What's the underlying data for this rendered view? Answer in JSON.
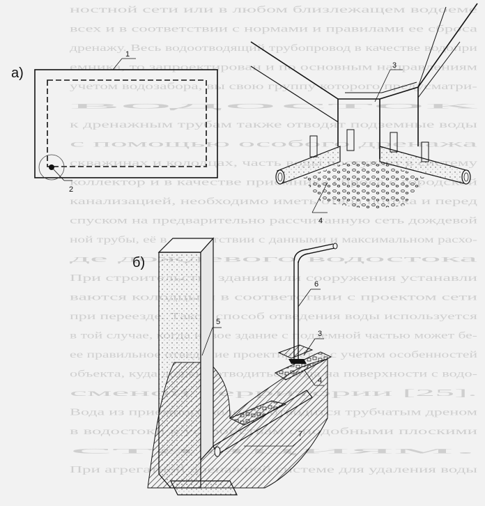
{
  "panels": {
    "a": "а)",
    "b": "б)"
  },
  "callouts_a": {
    "c1": "1",
    "c2": "2",
    "c3": "3",
    "c4": "4"
  },
  "callouts_b": {
    "c5": "5",
    "c6": "6",
    "c3": "3",
    "c4": "4",
    "c7": "7"
  },
  "background_text": [
    "ностной сети или в любом близлежащем водоеме",
    "всех и в соответствии с нормами и правилами ее сброса",
    "дренажу. Весь водоотводящий трубопровод в качестве водопри",
    "емника, то запроектирован и по основным направлениям",
    "учетом водозабора, вы свою группу которого предусматри-",
    "водосток",
    "к дренажным трубам также отводят подземные воды",
    "с помощью особого дренажа",
    "скважинах и колодцах, часть воды поступает в систему",
    "коллектор и в качестве приемника сброса с городской",
    "канализацией, необходимо иметь отвод потока и перед",
    "спуском на предварительно рассчитанную сеть дождевой",
    "ной трубы, её в соответствии с данными и максимальном расхо-",
    "де дождевого водостока",
    "При строительстве здания или сооружения устанавли",
    "ваются колодцы и в соответствии с проектом сети",
    "при переезде. Такой способ отведения воды используется",
    "в той случае, когда новое здание с подземной частью может бе-",
    "ее правильное отведение проектируется с учетом особенностей",
    "объекта, куда должна отводиться вода на поверхности с водо-",
    "сменой территории [25].",
    "Вода из приемного колодца отводится трубчатым дреном",
    "в водостоки к устройствам с подобными плоскими",
    "станциям.",
    "При агрегатной дренажной системе для удаления воды"
  ]
}
